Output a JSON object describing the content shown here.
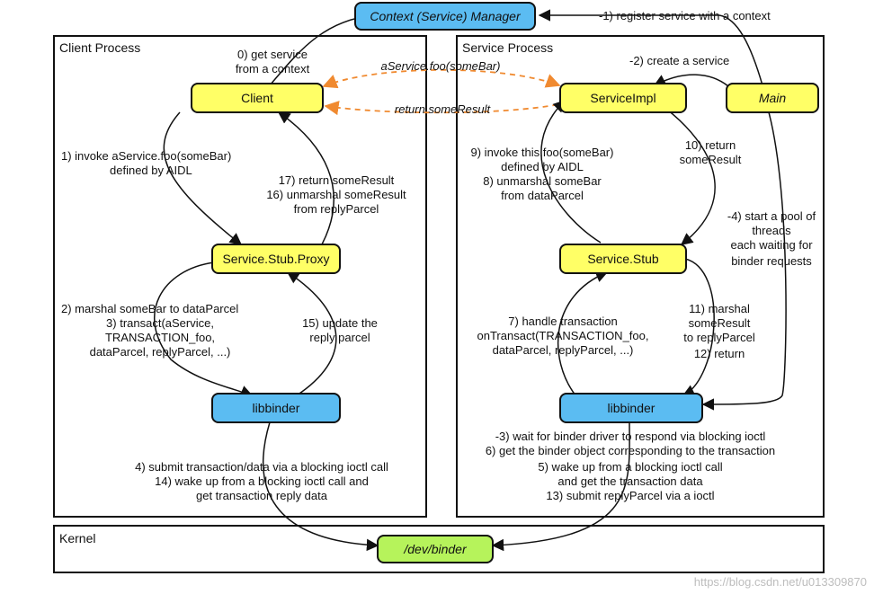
{
  "regions": {
    "client_process": "Client Process",
    "service_process": "Service Process",
    "kernel": "Kernel"
  },
  "nodes": {
    "context_manager": "Context (Service) Manager",
    "client": "Client",
    "service_impl": "ServiceImpl",
    "main": "Main",
    "stub_proxy": "Service.Stub.Proxy",
    "stub": "Service.Stub",
    "libbinder_client": "libbinder",
    "libbinder_service": "libbinder",
    "dev_binder": "/dev/binder"
  },
  "colors": {
    "yellow_box": "#ffff66",
    "blue_box": "#5bbcf2",
    "green_box": "#b6f35b",
    "dashed_arrow": "#f08a30"
  },
  "labels": {
    "register_service": "-1) register service with a context",
    "get_service_1": "0) get service",
    "get_service_2": "from a context",
    "afoo_call": "aService.foo(someBar)",
    "return_result": "return someResult",
    "create_service": "-2) create a service",
    "invoke_1": "1) invoke aService.foo(someBar)",
    "invoke_2": "defined by AIDL",
    "ret17_1": "17) return someResult",
    "ret17_2": "16) unmarshal someResult",
    "ret17_3": "from replyParcel",
    "marshal_1": "2) marshal someBar to dataParcel",
    "marshal_2": "3) transact(aService,",
    "marshal_3": "TRANSACTION_foo,",
    "marshal_4": "dataParcel, replyParcel, ...)",
    "update_1": "15) update the",
    "update_2": "reply parcel",
    "submit_1": "4) submit transaction/data via a blocking ioctl call",
    "submit_2": "14) wake up from a blocking ioctl call and",
    "submit_3": "get transaction reply data",
    "svc_invoke_1": "9) invoke this.foo(someBar)",
    "svc_invoke_2": "defined by AIDL",
    "svc_invoke_3": "8) unmarshal someBar",
    "svc_invoke_4": "from dataParcel",
    "svc_ret_1": "10) return",
    "svc_ret_2": "someResult",
    "pool_1": "-4) start a pool of",
    "pool_2": "threads",
    "pool_3": "each waiting for",
    "pool_4": "binder requests",
    "handle_1": "7) handle transaction",
    "handle_2": "onTransact(TRANSACTION_foo,",
    "handle_3": "dataParcel, replyParcel, ...)",
    "marshal11_1": "11) marshal",
    "marshal11_2": "someResult",
    "marshal11_3": "to replyParcel",
    "marshal11_4": "12) return",
    "wait_1": "-3) wait for binder driver to respond via blocking ioctl",
    "wait_2": "6) get the binder object corresponding to the transaction",
    "wait_3": "5) wake up from a blocking ioctl call",
    "wait_4": "and get the transaction data",
    "wait_5": "13) submit replyParcel via a ioctl"
  },
  "watermark": "https://blog.csdn.net/u013309870"
}
